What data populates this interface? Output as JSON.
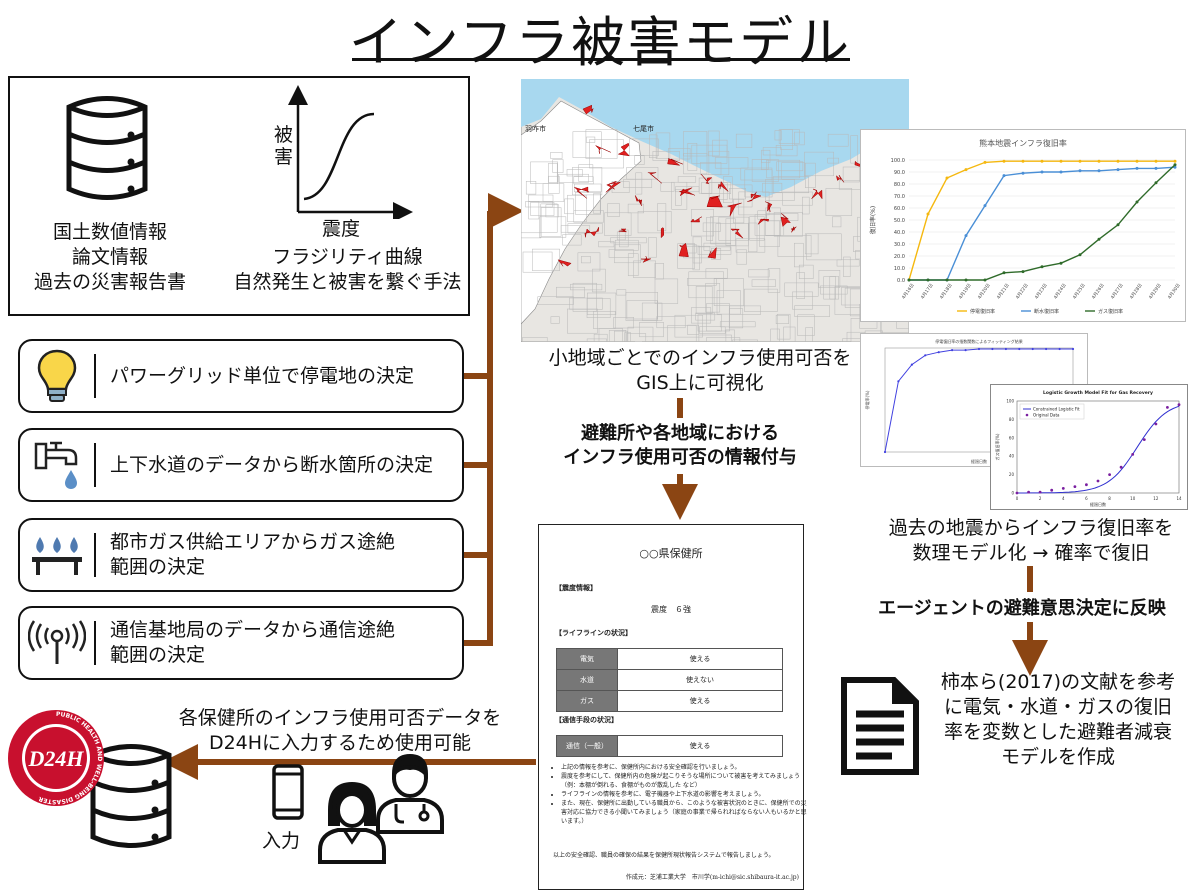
{
  "title": "インフラ被害モデル",
  "sources": {
    "line1": "国土数値情報",
    "line2": "論文情報",
    "line3": "過去の災害報告書"
  },
  "fragility": {
    "ylabel": "被害",
    "xlabel": "震度",
    "caption1": "フラジリティ曲線",
    "caption2": "自然発生と被害を繋ぐ手法"
  },
  "rules": [
    {
      "icon": "lightbulb-icon",
      "text": "パワーグリッド単位で停電地の決定"
    },
    {
      "icon": "water-faucet-icon",
      "text": "上下水道のデータから断水箇所の決定"
    },
    {
      "icon": "gas-burner-icon",
      "text": "都市ガス供給エリアからガス途絶",
      "text2": "範囲の決定"
    },
    {
      "icon": "antenna-icon",
      "text": "通信基地局のデータから通信途絶",
      "text2": "範囲の決定"
    }
  ],
  "map": {
    "city1": "羽咋市",
    "city2": "七尾市"
  },
  "map_caption": {
    "line1": "小地域ごとでのインフラ使用可否を",
    "line2": "GIS上に可視化"
  },
  "info_label": {
    "line1": "避難所や各地域における",
    "line2": "インフラ使用可否の情報付与"
  },
  "recovery_chart": {
    "title": "熊本地震インフラ復旧率",
    "ylabel": "復旧率(%)",
    "yticks": [
      "100.0",
      "90.0",
      "80.0",
      "70.0",
      "60.0",
      "50.0",
      "40.0",
      "30.0",
      "20.0",
      "10.0",
      "0.0"
    ],
    "xticks": [
      "4月16日",
      "4月17日",
      "4月18日",
      "4月19日",
      "4月20日",
      "4月21日",
      "4月22日",
      "4月23日",
      "4月24日",
      "4月25日",
      "4月26日",
      "4月27日",
      "4月28日",
      "4月29日",
      "4月30日"
    ],
    "legend": [
      "停電復旧率",
      "断水復旧率",
      "ガス復旧率"
    ],
    "colors": [
      "#f5b80f",
      "#4a8fd6",
      "#2f6b2a"
    ]
  },
  "chart_data": {
    "type": "line",
    "title": "熊本地震インフラ復旧率",
    "ylabel": "復旧率(%)",
    "ylim": [
      0,
      100
    ],
    "x": [
      "4月16日",
      "4月17日",
      "4月18日",
      "4月19日",
      "4月20日",
      "4月21日",
      "4月22日",
      "4月23日",
      "4月24日",
      "4月25日",
      "4月26日",
      "4月27日",
      "4月28日",
      "4月29日",
      "4月30日"
    ],
    "series": [
      {
        "name": "停電復旧率",
        "values": [
          0,
          55,
          85,
          92,
          98,
          99,
          99,
          99,
          99,
          99,
          99,
          99,
          99,
          99,
          99
        ]
      },
      {
        "name": "断水復旧率",
        "values": [
          0,
          0,
          0,
          37,
          62,
          87,
          89,
          90,
          90,
          91,
          91,
          92,
          93,
          93,
          94
        ]
      },
      {
        "name": "ガス復旧率",
        "values": [
          0,
          0,
          0,
          0,
          0,
          6,
          7,
          11,
          14,
          21,
          34,
          46,
          65,
          81,
          96
        ]
      }
    ]
  },
  "fit1": {
    "title": "停電復旧率の指数関数によるフィッティング結果",
    "ylabel": "停電率(%)",
    "xlabel": "経過日数",
    "values": [
      0,
      68,
      84,
      93,
      96,
      98,
      98,
      99,
      99,
      99,
      99,
      99,
      99,
      99,
      99
    ]
  },
  "fit2": {
    "title": "Logistic Growth Model Fit for Gas Recovery",
    "legend1": "Constrained Logistic Fit",
    "legend2": "Original Data",
    "ylabel": "ガス復旧率(%)",
    "xlabel": "経過日数",
    "xticks": [
      "0",
      "2",
      "4",
      "6",
      "8",
      "10",
      "12",
      "14"
    ],
    "yticks": [
      "100",
      "80",
      "60",
      "40",
      "20",
      "0"
    ],
    "points": [
      [
        0,
        0
      ],
      [
        1,
        1
      ],
      [
        2,
        1
      ],
      [
        3,
        3
      ],
      [
        4,
        5
      ],
      [
        5,
        7
      ],
      [
        6,
        9
      ],
      [
        7,
        13
      ],
      [
        8,
        20
      ],
      [
        9,
        28
      ],
      [
        10,
        42
      ],
      [
        11,
        58
      ],
      [
        12,
        75
      ],
      [
        13,
        93
      ],
      [
        14,
        96
      ]
    ]
  },
  "math_caption": {
    "line1": "過去の地震からインフラ復旧率を",
    "line2": "数理モデル化 → 確率で復旧"
  },
  "agent_label": "エージェントの避難意思決定に反映",
  "paper": {
    "line1": "柿本ら(2017)の文献を参考",
    "line2": "に電気・水道・ガスの復旧",
    "line3": "率を変数とした避難者減衰",
    "line4": "モデルを作成"
  },
  "document": {
    "title": "○○県保健所",
    "sec1": "【震度情報】",
    "intensity": "震度　６強",
    "sec2": "【ライフラインの状況】",
    "rows": [
      {
        "label": "電気",
        "value": "使える"
      },
      {
        "label": "水道",
        "value": "使えない"
      },
      {
        "label": "ガス",
        "value": "使える"
      }
    ],
    "sec3": "【通信手段の状況】",
    "comm_label": "通信（一般）",
    "comm_value": "使える",
    "bullets": [
      "上記の情報を参考に、保健所内における安全確認を行いましょう。",
      "震度を参考にして、保健所内の危険が起こりそうな場所について被害を考えてみましょう（例：本棚が倒れる、食棚がものが散乱した など）",
      "ライフラインの情報を参考に、電子機器や上下水道の影響を考えましょう。",
      "また、現在、保健所に出勤している職員から、このような被害状況のときに、保健所での災害対応に協力できる小聞いてみましょう（家庭の事業で帰られればならない人もいるかと思います。）"
    ],
    "footer": "以上の安全確認、職員の確保の結果を保健所現状報告システムで報告しましょう。",
    "author": "作成元：芝浦工業大学　市川学(m-ichi@sic.shibaura-it.ac.jp)"
  },
  "d24h": {
    "line1": "各保健所のインフラ使用可否データを",
    "line2": "D24Hに入力するため使用可能",
    "input_label": "入力",
    "logo_text": "D24H",
    "logo_ring": "PUBLIC HEALTH AND WELL-BEING DISASTER"
  },
  "arrow_color": "#8b4513"
}
